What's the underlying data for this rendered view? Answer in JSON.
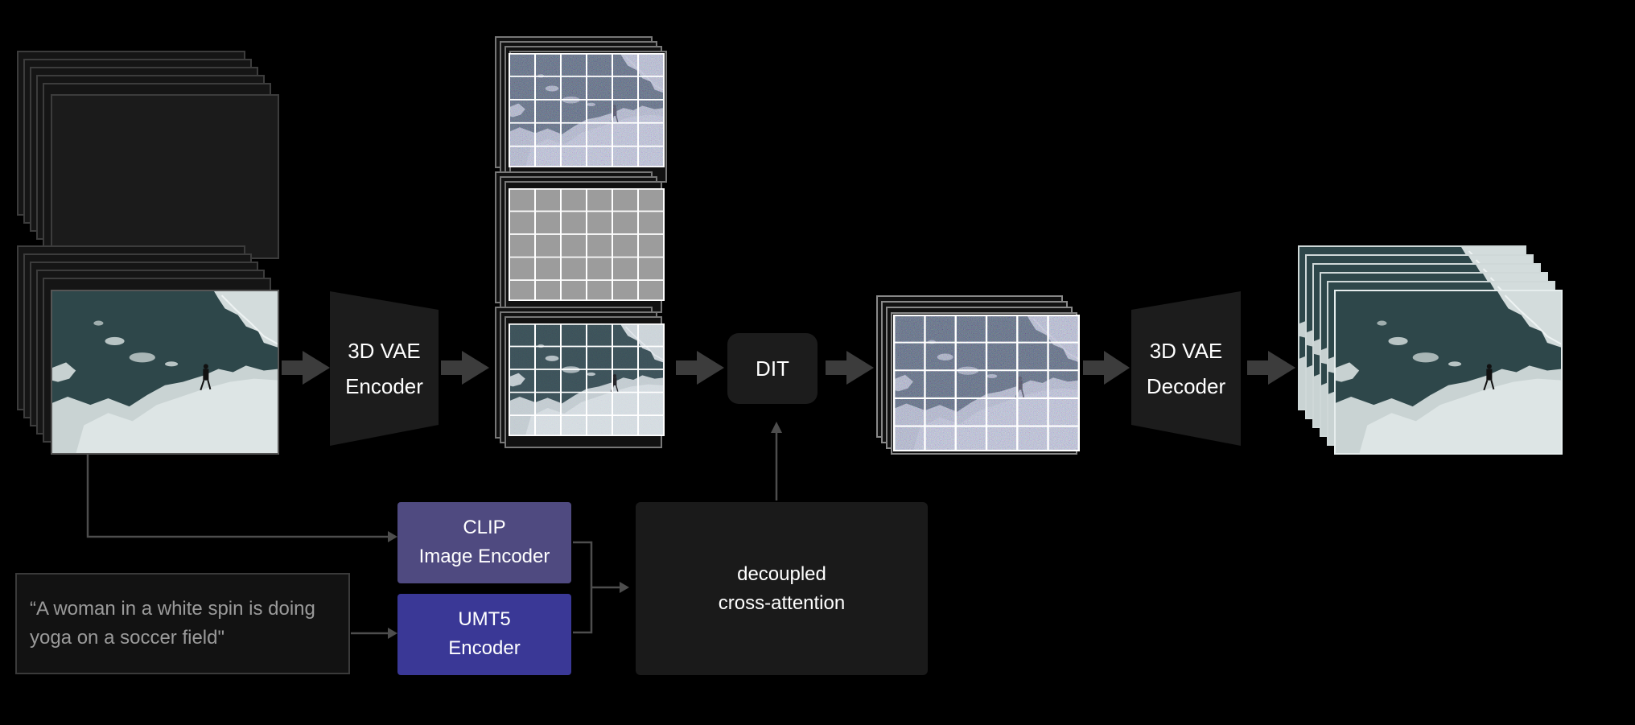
{
  "blocks": {
    "vae_encoder": {
      "line1": "3D VAE",
      "line2": "Encoder"
    },
    "dit": {
      "label": "DIT"
    },
    "vae_decoder": {
      "line1": "3D VAE",
      "line2": "Decoder"
    },
    "clip": {
      "line1": "CLIP",
      "line2": "Image Encoder"
    },
    "umt5": {
      "line1": "UMT5",
      "line2": "Encoder"
    },
    "cross_attention": {
      "line1": "decoupled",
      "line2": "cross-attention"
    }
  },
  "prompt": {
    "line1": "“A woman in a white spin is doing",
    "line2": "yoga on a soccer field\""
  },
  "colors": {
    "background": "#000000",
    "panel": "#1a1a1a",
    "clip": "#4f4a80",
    "umt5": "#3a3896",
    "connector": "#4d4d4d",
    "arrow": "#3c3c3c",
    "mask_fill": "#9c9c9c",
    "ice_water": "#2f4a4d",
    "ice_white": "#cdd7d7"
  }
}
